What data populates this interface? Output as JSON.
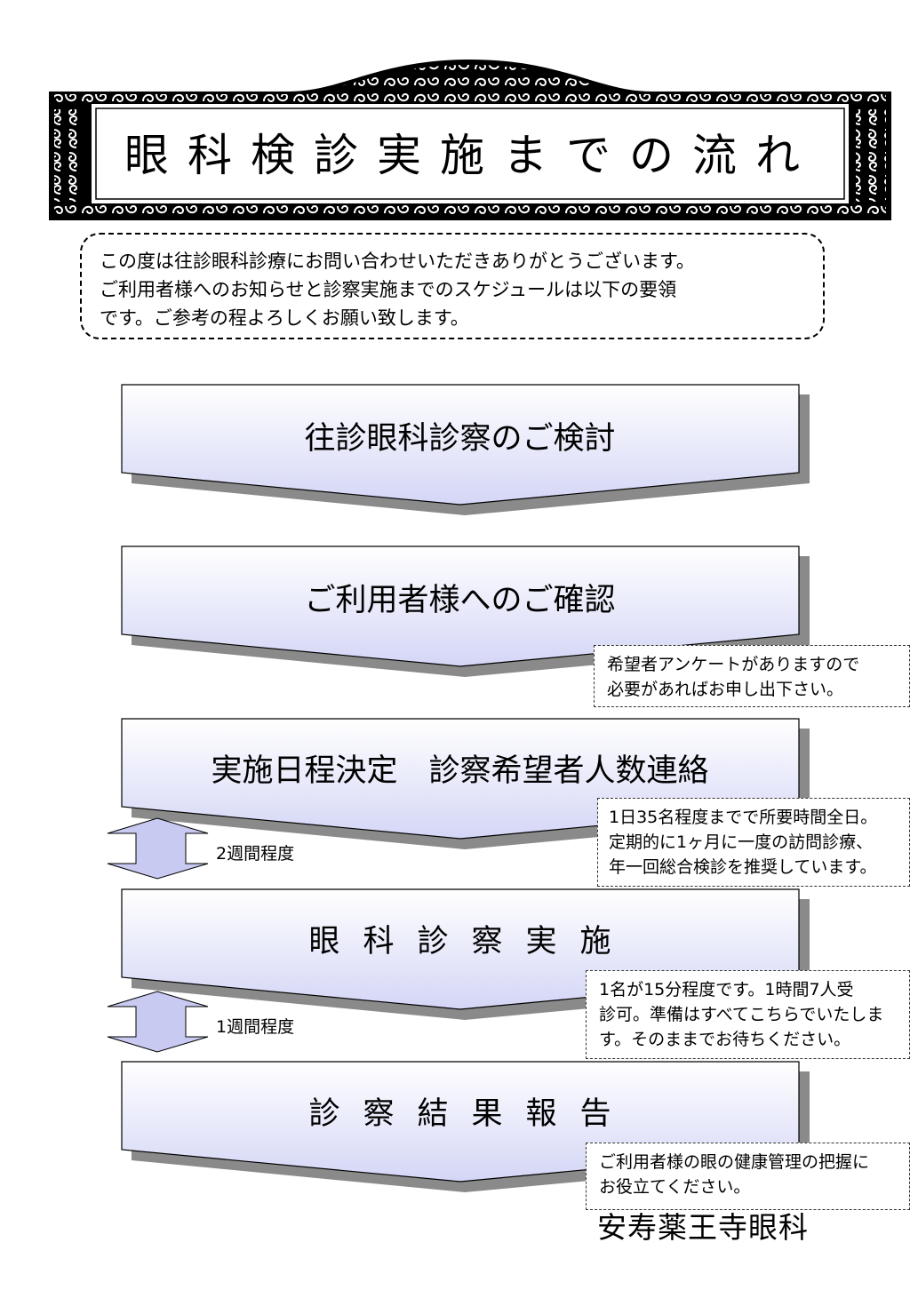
{
  "title": "眼科検診実施までの流れ",
  "intro": {
    "lines": [
      "この度は往診眼科診療にお問い合わせいただきありがとうございます。",
      "ご利用者様へのお知らせと診察実施までのスケジュールは以下の要領",
      "です。ご参考の程よろしくお願い致します。"
    ]
  },
  "steps": [
    {
      "label": "往診眼科診察のご検討"
    },
    {
      "label": "ご利用者様へのご確認"
    },
    {
      "label": "実施日程決定　診察希望者人数連絡"
    },
    {
      "label": "眼科診察実施"
    },
    {
      "label": "診察結果報告"
    }
  ],
  "notes": [
    {
      "lines": [
        "希望者アンケートがありますので",
        "必要があればお申し出下さい。"
      ]
    },
    {
      "lines": [
        "1日35名程度までで所要時間全日。",
        "定期的に1ヶ月に一度の訪問診療、",
        "年一回総合検診を推奨しています。"
      ]
    },
    {
      "lines": [
        "1名が15分程度です。1時間7人受",
        "診可。準備はすべてこちらでいたしま",
        "す。そのままでお待ちください。"
      ]
    },
    {
      "lines": [
        "ご利用者様の眼の健康管理の把握に",
        "お役立てください。"
      ]
    }
  ],
  "intervals": [
    {
      "label": "2週間程度"
    },
    {
      "label": "1週間程度"
    }
  ],
  "footer": "安寿薬王寺眼科",
  "colors": {
    "arrow_top": "#ffffff",
    "arrow_bottom": "#d4d6f6",
    "double_arrow": "#c8caf2",
    "shadow": "#8a8a8a"
  }
}
